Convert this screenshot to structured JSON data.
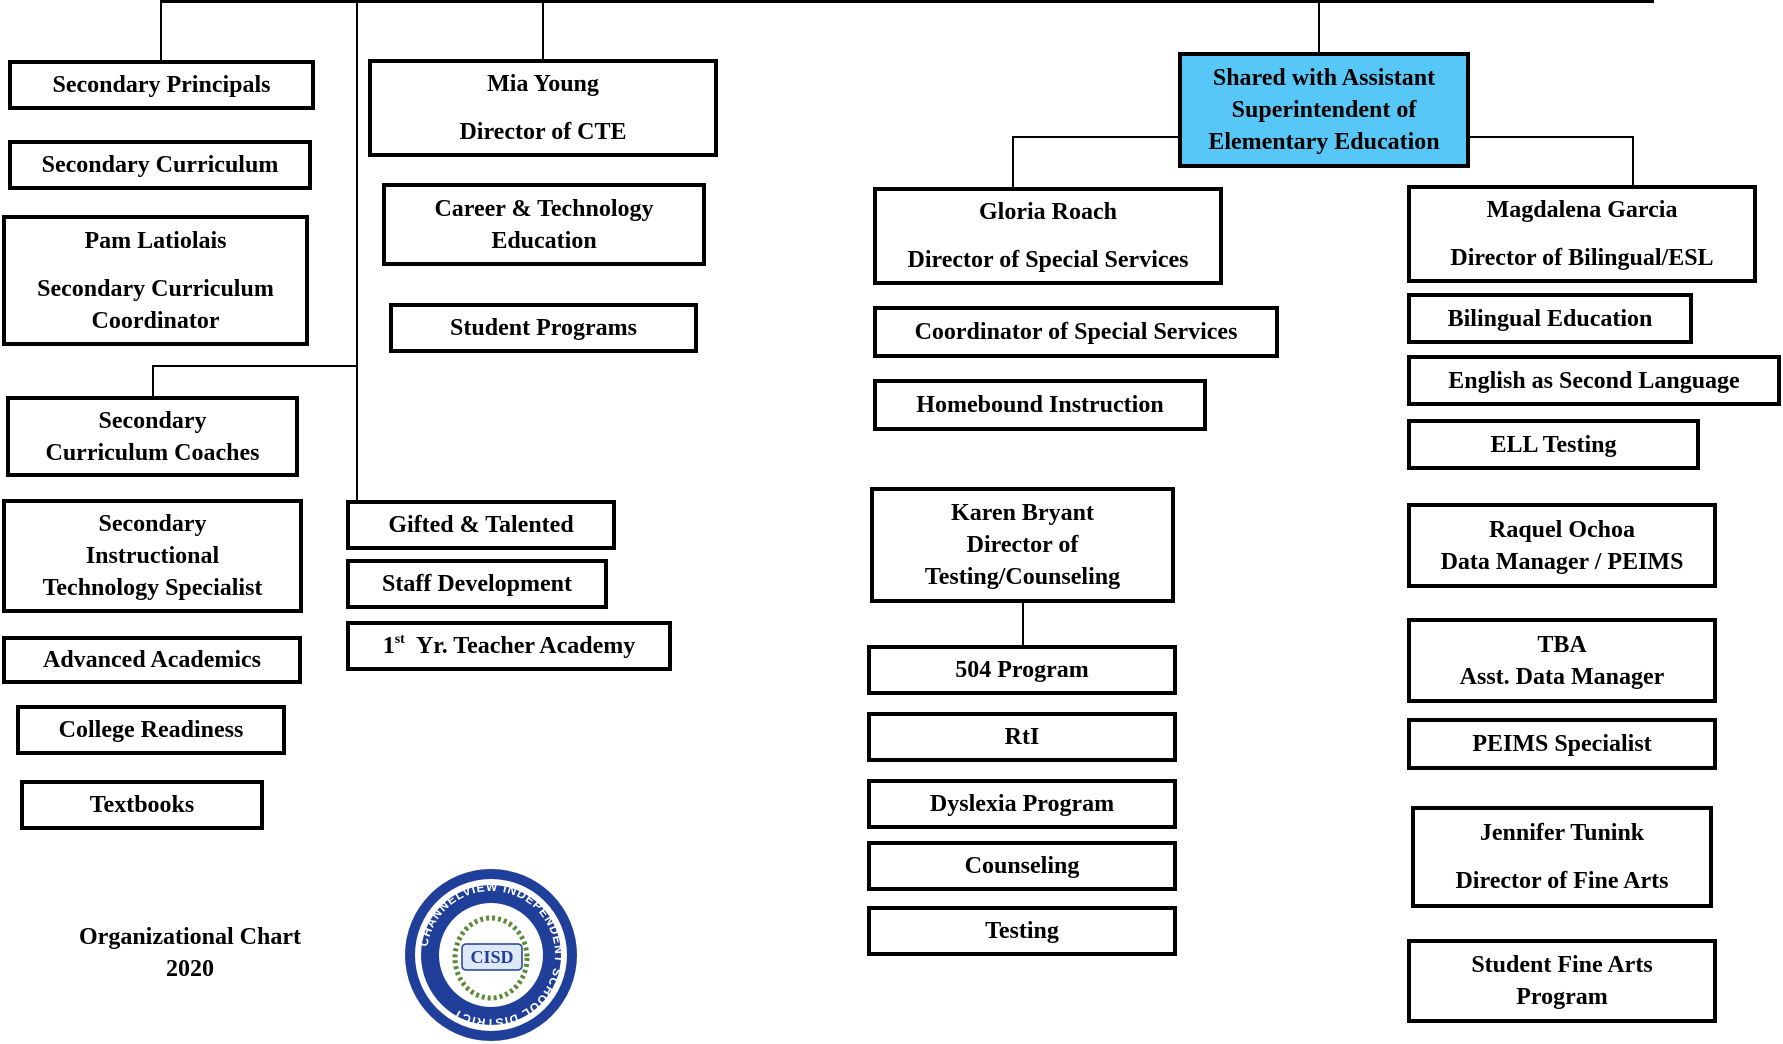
{
  "boxes": {
    "secondary_principals": "Secondary Principals",
    "secondary_curriculum": "Secondary Curriculum",
    "pam_name": "Pam Latiolais",
    "pam_title_1": "Secondary Curriculum",
    "pam_title_2": "Coordinator",
    "coaches_1": "Secondary",
    "coaches_2": "Curriculum Coaches",
    "tech_1": "Secondary",
    "tech_2": "Instructional",
    "tech_3": "Technology Specialist",
    "advanced_academics": "Advanced Academics",
    "college_readiness": "College Readiness",
    "textbooks": "Textbooks",
    "mia_name": "Mia Young",
    "mia_title": "Director of CTE",
    "cte_1": "Career & Technology",
    "cte_2": "Education",
    "student_programs": "Student Programs",
    "gifted": "Gifted & Talented",
    "staff_dev": "Staff Development",
    "academy_num": "1",
    "academy_sup": "st",
    "academy_rest": "Yr. Teacher Academy",
    "shared_1": "Shared with Assistant",
    "shared_2": "Superintendent of",
    "shared_3": "Elementary Education",
    "gloria_name": "Gloria Roach",
    "gloria_title": "Director of Special Services",
    "coord_special": "Coordinator of Special Services",
    "homebound": "Homebound Instruction",
    "karen_name": "Karen Bryant",
    "karen_title_1": "Director of",
    "karen_title_2": "Testing/Counseling",
    "p504": "504 Program",
    "rti": "RtI",
    "dyslexia": "Dyslexia Program",
    "counseling": "Counseling",
    "testing": "Testing",
    "magda_name": "Magdalena Garcia",
    "magda_title": "Director of Bilingual/ESL",
    "bilingual": "Bilingual Education",
    "esl": "English as Second Language",
    "ell": "ELL Testing",
    "raquel_name": "Raquel Ochoa",
    "raquel_title": "Data Manager / PEIMS",
    "tba_name": "TBA",
    "tba_title": "Asst. Data Manager",
    "peims": "PEIMS Specialist",
    "jennifer_name": "Jennifer Tunink",
    "jennifer_title": "Director of Fine Arts",
    "fine_arts_1": "Student Fine Arts",
    "fine_arts_2": "Program"
  },
  "caption": {
    "line1": "Organizational Chart",
    "line2": "2020"
  },
  "seal": {
    "ring_text": "CHANNELVIEW INDEPENDENT SCHOOL DISTRICT",
    "center_text": "CISD"
  },
  "colors": {
    "shared_fill": "#57c7f7",
    "border": "#000000",
    "seal_blue": "#1f3f9a"
  }
}
